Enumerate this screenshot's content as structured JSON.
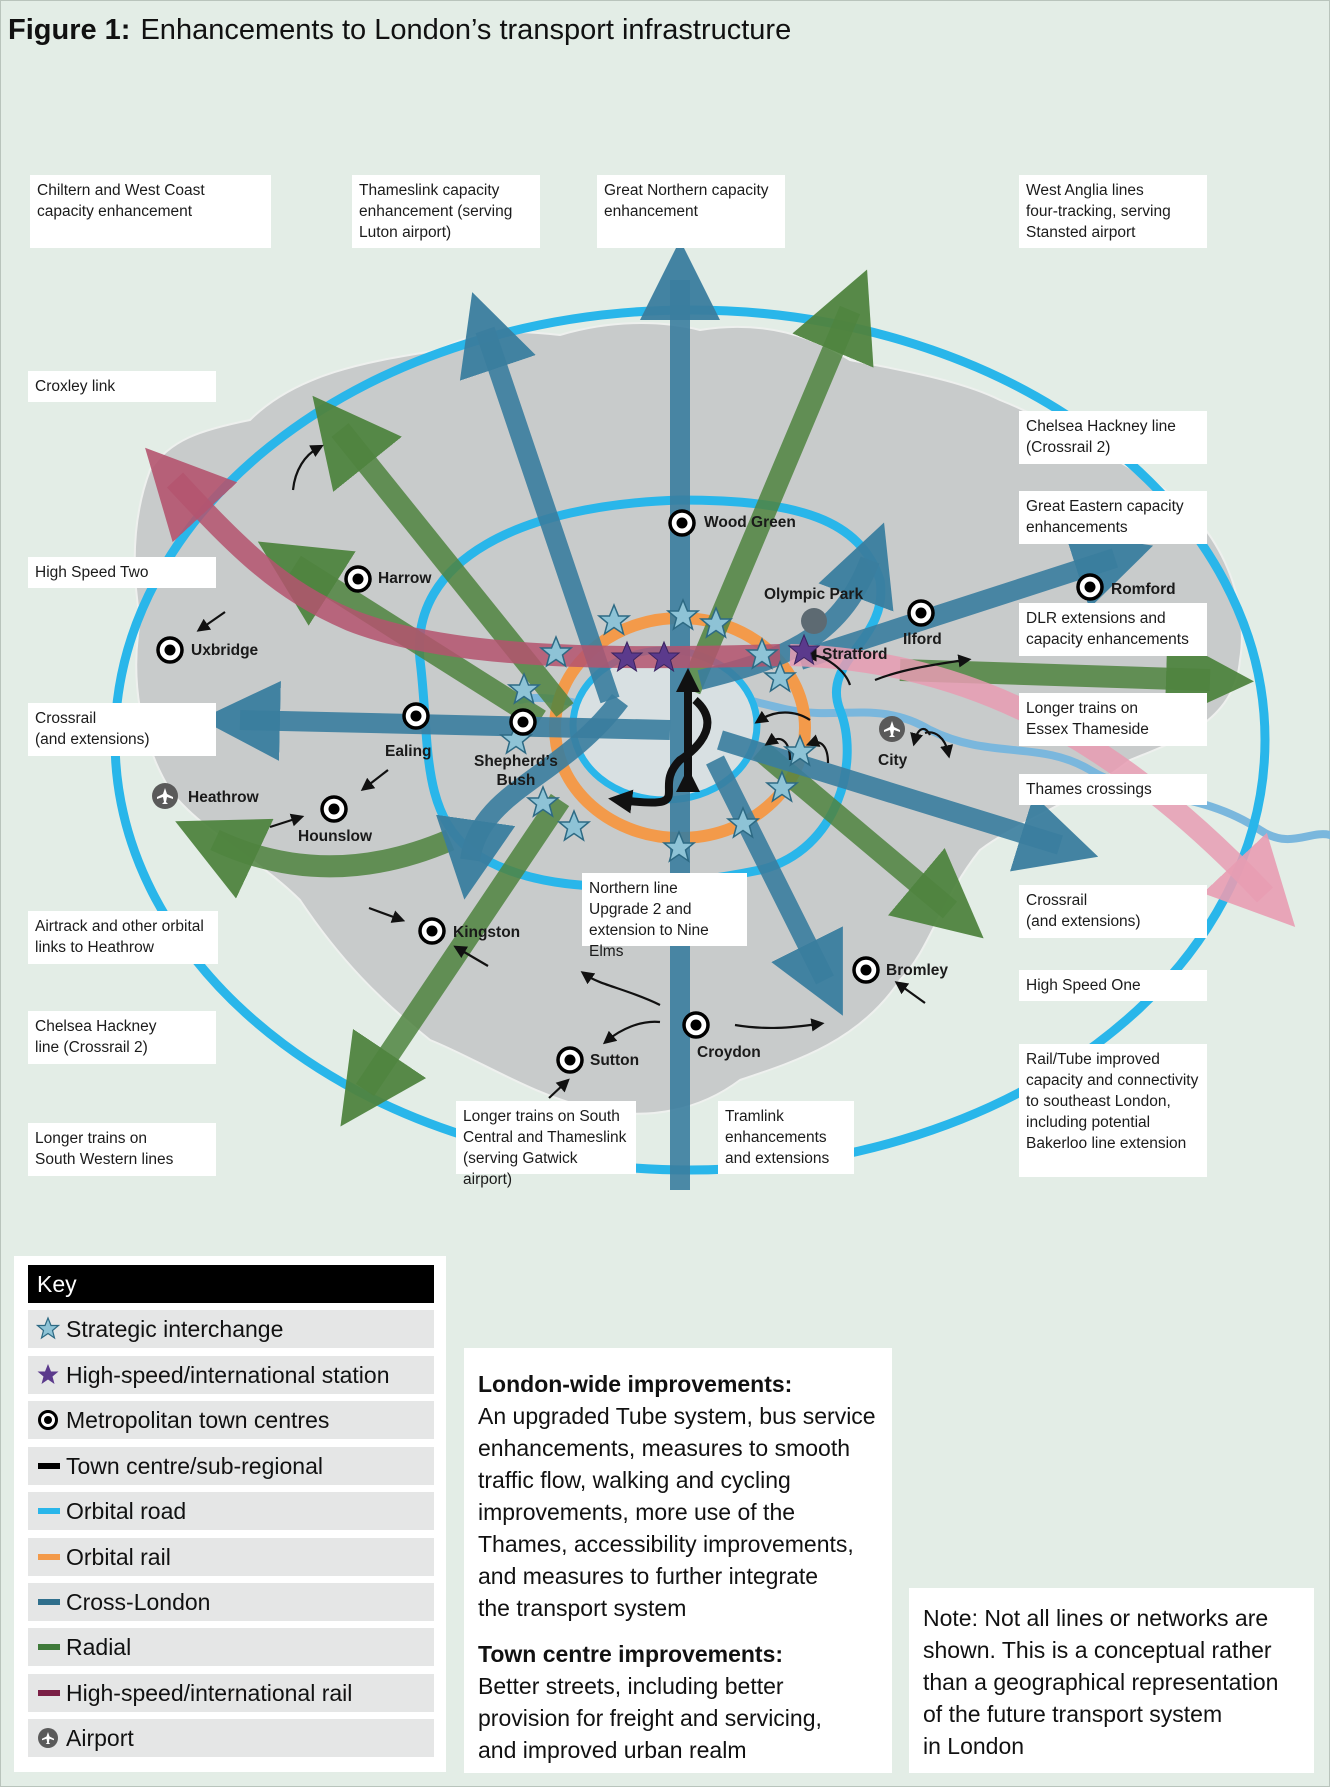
{
  "title": {
    "prefix": "Figure 1:",
    "text": "Enhancements to London’s transport infrastructure"
  },
  "callouts": [
    {
      "id": "chiltern",
      "text": "Chiltern and West Coast\ncapacity enhancement"
    },
    {
      "id": "thameslink",
      "text": "Thameslink capacity\nenhancement (serving\nLuton airport)"
    },
    {
      "id": "great-northern",
      "text": "Great Northern capacity\nenhancement"
    },
    {
      "id": "west-anglia",
      "text": "West Anglia lines\nfour-tracking, serving\nStansted airport"
    },
    {
      "id": "croxley",
      "text": "Croxley link"
    },
    {
      "id": "chelsea-hackney-ne",
      "text": "Chelsea Hackney line\n(Crossrail 2)"
    },
    {
      "id": "great-eastern",
      "text": "Great Eastern capacity\nenhancements"
    },
    {
      "id": "hs2",
      "text": "High Speed Two"
    },
    {
      "id": "dlr",
      "text": "DLR extensions and\ncapacity enhancements"
    },
    {
      "id": "crossrail-w",
      "text": "Crossrail\n(and extensions)"
    },
    {
      "id": "essex",
      "text": "Longer trains on\nEssex Thameside"
    },
    {
      "id": "thames-crossings",
      "text": "Thames crossings"
    },
    {
      "id": "airtrack",
      "text": "Airtrack and other orbital\nlinks to Heathrow"
    },
    {
      "id": "northern-line",
      "text": "Northern line\nUpgrade 2 and\nextension to Nine Elms"
    },
    {
      "id": "crossrail-e",
      "text": "Crossrail\n(and extensions)"
    },
    {
      "id": "hs1",
      "text": "High Speed One"
    },
    {
      "id": "chelsea-hackney-sw",
      "text": "Chelsea Hackney\nline (Crossrail 2)"
    },
    {
      "id": "south-central",
      "text": "Longer trains on South\nCentral and Thameslink\n(serving Gatwick airport)"
    },
    {
      "id": "tramlink",
      "text": "Tramlink\nenhancements\nand extensions"
    },
    {
      "id": "southeast",
      "text": "Rail/Tube improved\ncapacity and connectivity\nto southeast London,\nincluding potential\nBakerloo line extension"
    },
    {
      "id": "south-western",
      "text": "Longer trains on\nSouth Western lines"
    }
  ],
  "places": [
    {
      "id": "wood-green",
      "text": "Wood Green"
    },
    {
      "id": "harrow",
      "text": "Harrow"
    },
    {
      "id": "olympic-park",
      "text": "Olympic Park"
    },
    {
      "id": "romford",
      "text": "Romford"
    },
    {
      "id": "ilford",
      "text": "Ilford"
    },
    {
      "id": "stratford",
      "text": "Stratford"
    },
    {
      "id": "uxbridge",
      "text": "Uxbridge"
    },
    {
      "id": "ealing",
      "text": "Ealing"
    },
    {
      "id": "shepherds-bush",
      "text": "Shepherd’s\nBush"
    },
    {
      "id": "city",
      "text": "City"
    },
    {
      "id": "heathrow",
      "text": "Heathrow"
    },
    {
      "id": "hounslow",
      "text": "Hounslow"
    },
    {
      "id": "kingston",
      "text": "Kingston"
    },
    {
      "id": "bromley",
      "text": "Bromley"
    },
    {
      "id": "croydon",
      "text": "Croydon"
    },
    {
      "id": "sutton",
      "text": "Sutton"
    }
  ],
  "key": {
    "title": "Key",
    "items": [
      {
        "symbol": "strategic-interchange-icon",
        "label": "Strategic interchange",
        "color": "#8ec3d6"
      },
      {
        "symbol": "high-speed-station-icon",
        "label": "High-speed/international station",
        "color": "#5b3a8c"
      },
      {
        "symbol": "metropolitan-town-centre-icon",
        "label": "Metropolitan town centres",
        "color": "#000000"
      },
      {
        "symbol": "town-centre-line-icon",
        "label": "Town centre/sub-regional",
        "color": "#000000"
      },
      {
        "symbol": "orbital-road-line-icon",
        "label": "Orbital road",
        "color": "#29b6ea"
      },
      {
        "symbol": "orbital-rail-line-icon",
        "label": "Orbital rail",
        "color": "#f39a4a"
      },
      {
        "symbol": "cross-london-line-icon",
        "label": "Cross-London",
        "color": "#2f6f8c"
      },
      {
        "symbol": "radial-line-icon",
        "label": "Radial",
        "color": "#3f7a3a"
      },
      {
        "symbol": "high-speed-rail-line-icon",
        "label": "High-speed/international rail",
        "color": "#7a1f45"
      },
      {
        "symbol": "airport-icon",
        "label": "Airport",
        "color": "#555555"
      }
    ]
  },
  "info": {
    "london_heading": "London-wide improvements:",
    "london_text": "An upgraded Tube system, bus service\nenhancements, measures to smooth\ntraffic flow, walking and cycling\nimprovements, more use of the\nThames, accessibility improvements,\nand measures to further integrate\nthe transport system",
    "town_heading": "Town centre improvements:",
    "town_text": "Better streets, including better\nprovision for freight and servicing,\nand improved urban realm"
  },
  "note": "Note: Not all lines or networks are\nshown. This is a conceptual rather\nthan a geographical representation\nof the future transport system\nin London"
}
